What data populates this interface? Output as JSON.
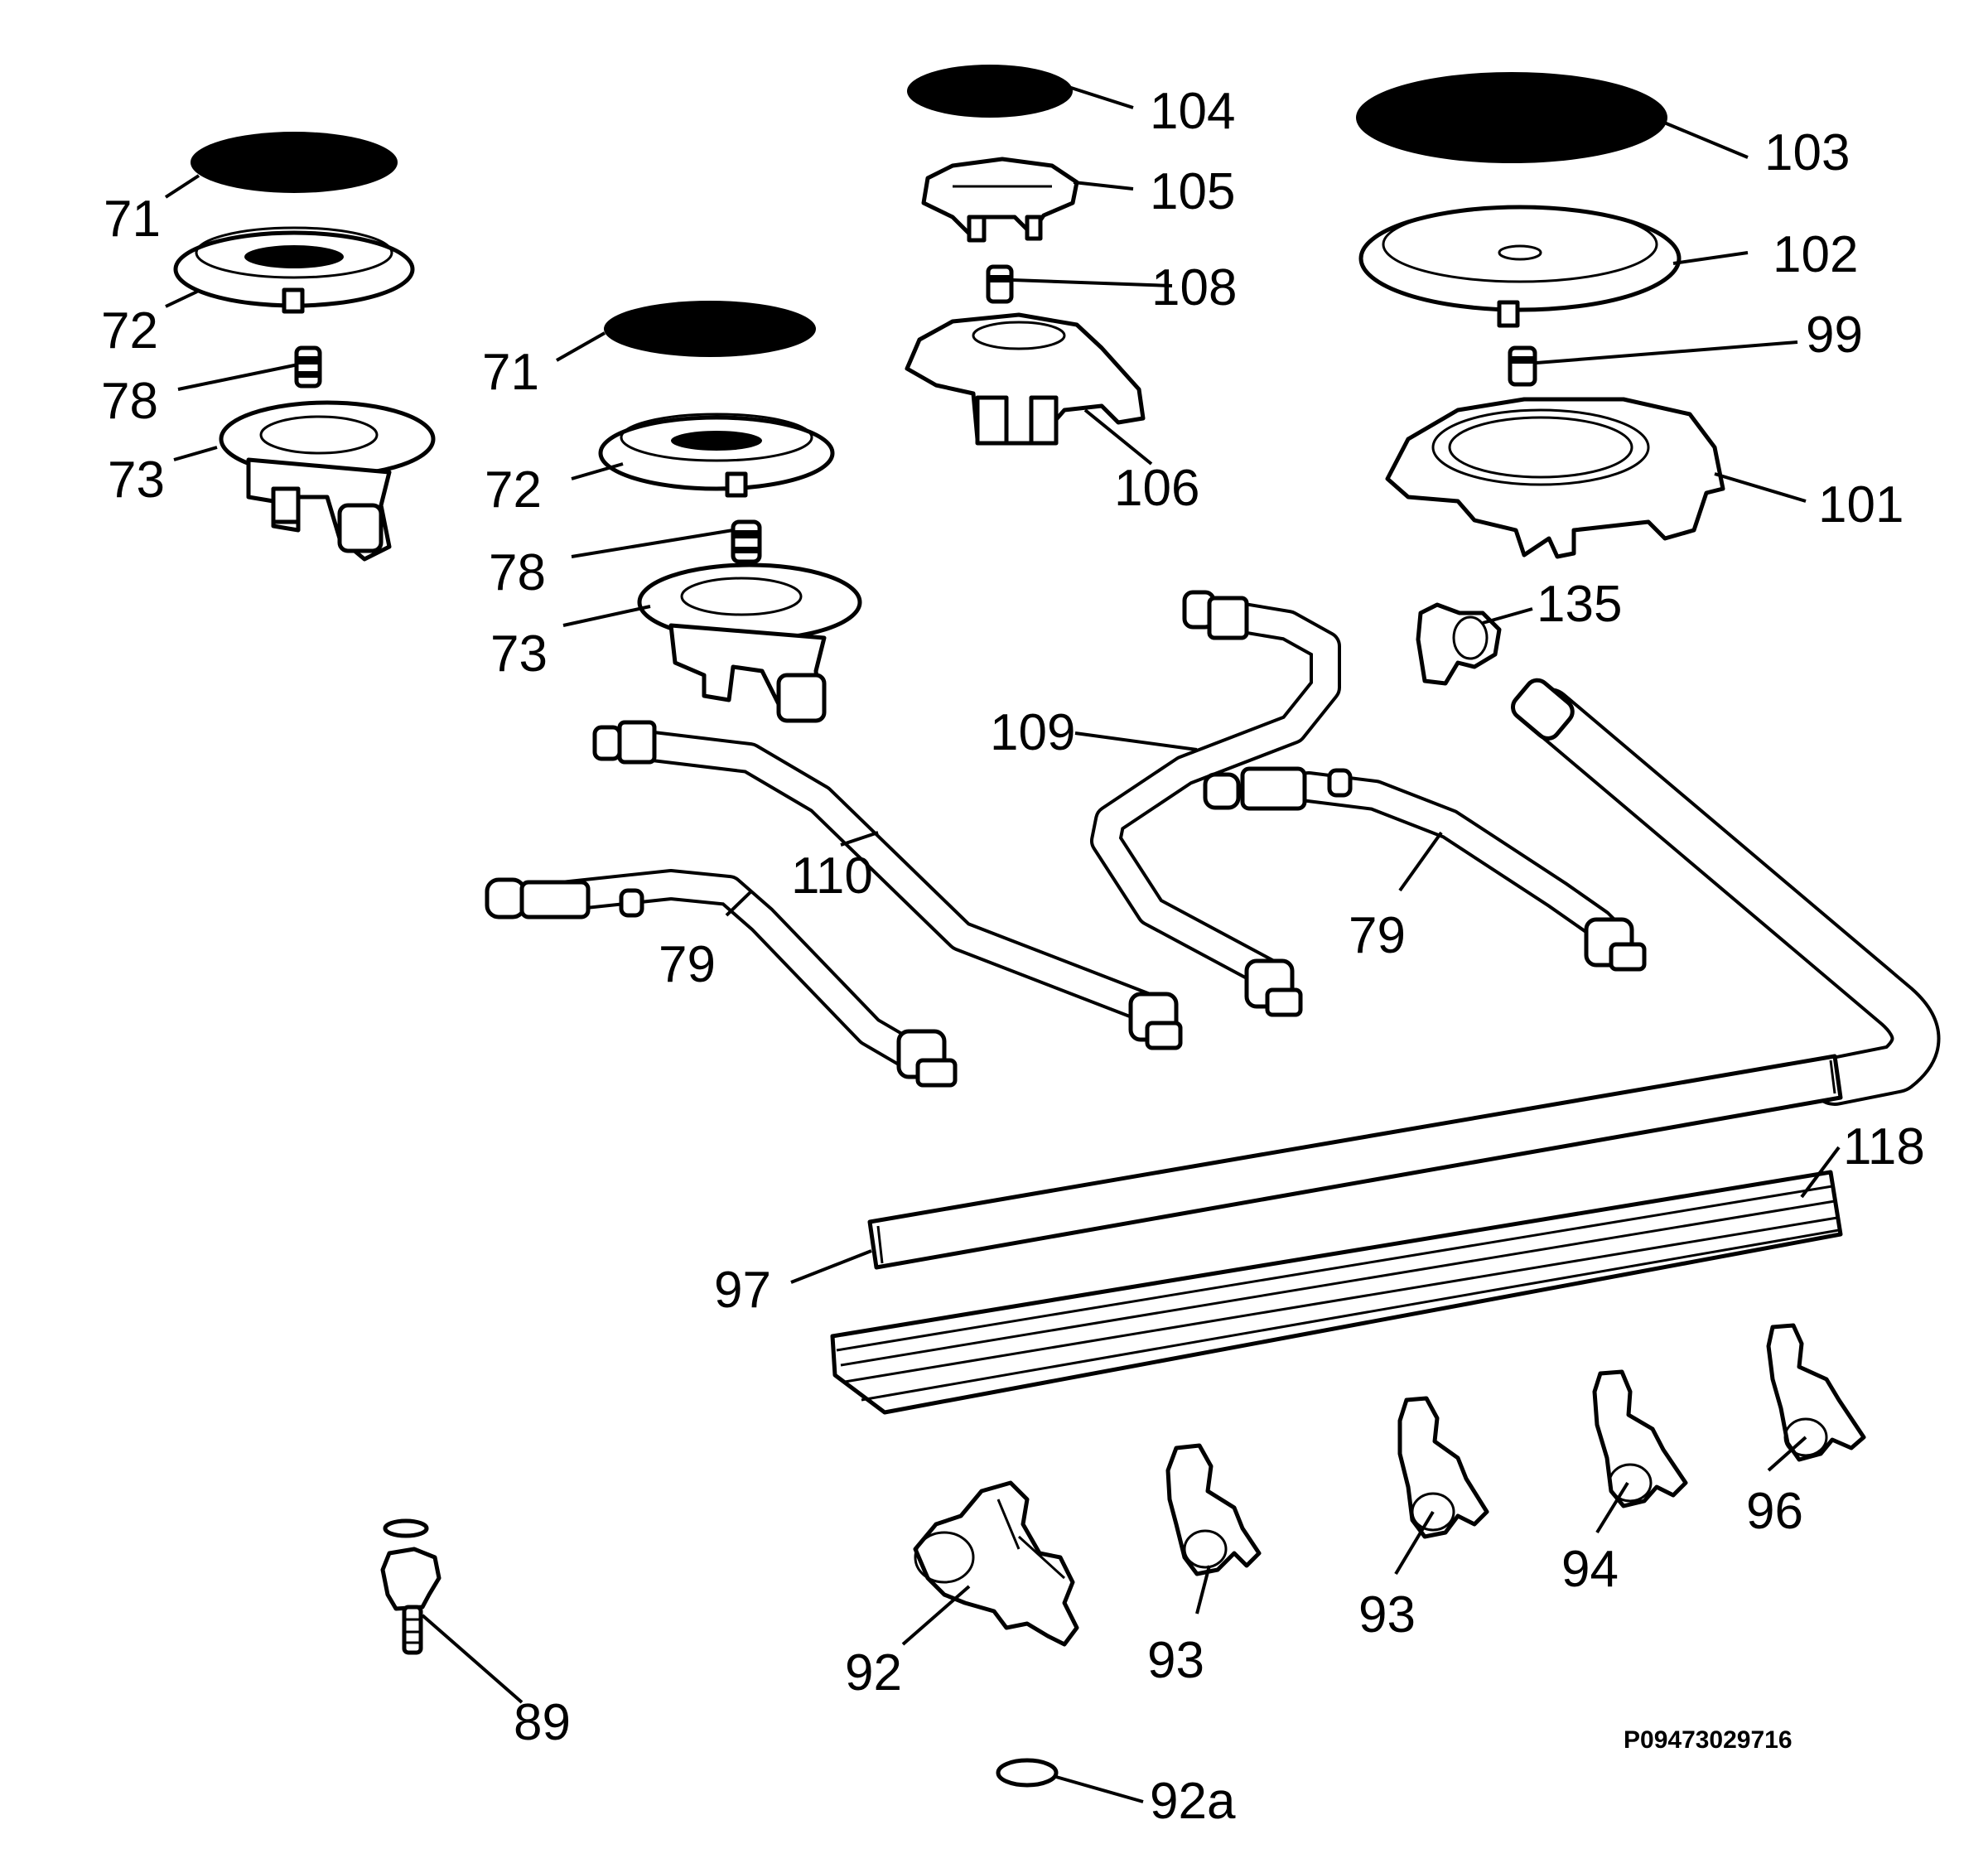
{
  "figure": {
    "code": "P09473029716"
  },
  "callouts": [
    {
      "id": "71a",
      "text": "71"
    },
    {
      "id": "72a",
      "text": "72"
    },
    {
      "id": "78a",
      "text": "78"
    },
    {
      "id": "73a",
      "text": "73"
    },
    {
      "id": "71b",
      "text": "71"
    },
    {
      "id": "72b",
      "text": "72"
    },
    {
      "id": "78b",
      "text": "78"
    },
    {
      "id": "73b",
      "text": "73"
    },
    {
      "id": "104",
      "text": "104"
    },
    {
      "id": "105",
      "text": "105"
    },
    {
      "id": "108",
      "text": "108"
    },
    {
      "id": "106",
      "text": "106"
    },
    {
      "id": "103",
      "text": "103"
    },
    {
      "id": "102",
      "text": "102"
    },
    {
      "id": "99",
      "text": "99"
    },
    {
      "id": "101",
      "text": "101"
    },
    {
      "id": "135",
      "text": "135"
    },
    {
      "id": "109",
      "text": "109"
    },
    {
      "id": "110",
      "text": "110"
    },
    {
      "id": "79a",
      "text": "79"
    },
    {
      "id": "79b",
      "text": "79"
    },
    {
      "id": "118",
      "text": "118"
    },
    {
      "id": "97",
      "text": "97"
    },
    {
      "id": "96",
      "text": "96"
    },
    {
      "id": "94",
      "text": "94"
    },
    {
      "id": "93a",
      "text": "93"
    },
    {
      "id": "93b",
      "text": "93"
    },
    {
      "id": "92",
      "text": "92"
    },
    {
      "id": "89",
      "text": "89"
    },
    {
      "id": "92a",
      "text": "92a"
    }
  ]
}
